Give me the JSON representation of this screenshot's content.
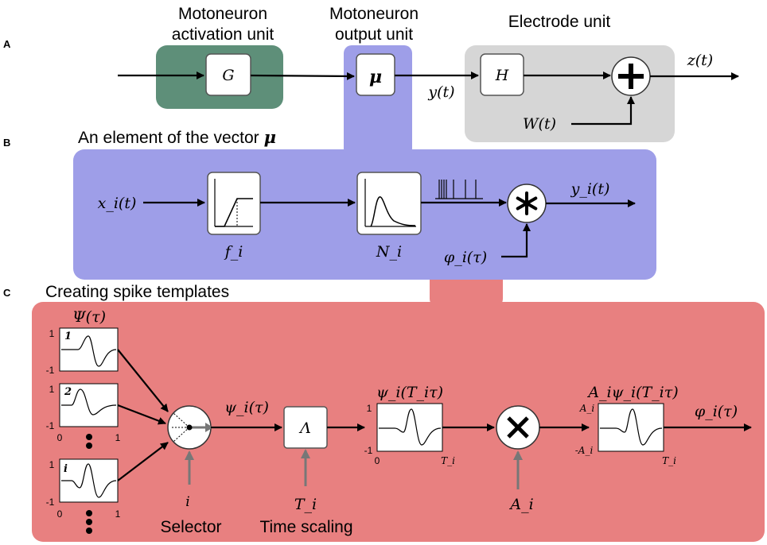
{
  "panel_labels": {
    "a": "A",
    "b": "B",
    "c": "C"
  },
  "colors": {
    "activation_panel": "#5e8f79",
    "output_unit_panel": "#9e9ee8",
    "electrode_panel": "#d6d6d6",
    "templates_panel": "#e88080"
  },
  "section_a": {
    "activation_title_line1": "Motoneuron",
    "activation_title_line2": "activation unit",
    "output_title_line1": "Motoneuron",
    "output_title_line2": "output unit",
    "electrode_title": "Electrode unit",
    "block_g": "G",
    "block_mu": "μ",
    "block_h": "H",
    "signal_y": "y(t)",
    "signal_z": "z(t)",
    "signal_w": "W(t)",
    "sum_icon": "plus-circle"
  },
  "section_b": {
    "title": "An element of the vector",
    "title_symbol": "μ",
    "input_label": "x_i(t)",
    "f_label": "f_i",
    "n_label": "N_i",
    "output_label": "y_i(t)",
    "phi_label": "φ_i(τ)",
    "conv_icon": "asterisk-circle"
  },
  "section_c": {
    "title": "Creating spike templates",
    "bank_label": "Ψ(τ)",
    "templates": [
      {
        "index": "1",
        "ytop": "1",
        "ybottom": "-1"
      },
      {
        "index": "2",
        "ytop": "1",
        "ybottom": "-1",
        "xleft": "0",
        "xright": "1"
      },
      {
        "index": "i",
        "ytop": "1",
        "ybottom": "-1",
        "xleft": "0",
        "xright": "1"
      }
    ],
    "selector_out": "ψ_i(τ)",
    "selector_in": "i",
    "selector_caption": "Selector",
    "lambda_block": "Λ",
    "ti_input": "T_i",
    "time_scaling_caption": "Time scaling",
    "scaled_label": "ψ_i(T_iτ)",
    "scaled_ytop": "1",
    "scaled_ybottom": "-1",
    "scaled_xleft": "0",
    "scaled_xright": "T_i",
    "amp_input": "A_i",
    "mult_icon": "times-circle",
    "final_label": "A_iψ_i(T_iτ)",
    "final_ytop": "A_i",
    "final_ybottom": "-A_i",
    "final_xright": "T_i",
    "output_label": "φ_i(τ)"
  }
}
